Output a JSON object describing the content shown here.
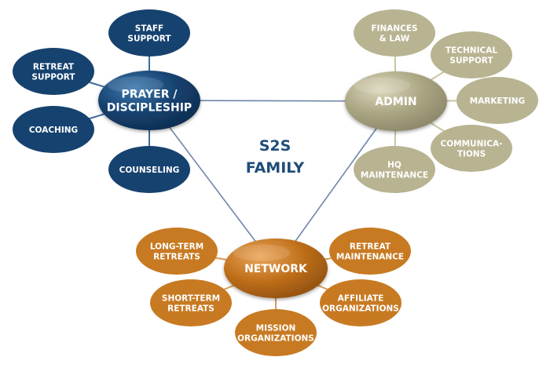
{
  "center": {
    "lines": [
      "S2S",
      "FAMILY"
    ]
  },
  "colors": {
    "prayer": "#16426f",
    "prayer_light": "#2f6aa0",
    "admin": "#b8b391",
    "admin_light": "#d4d0b3",
    "network": "#c87a22",
    "network_light": "#e39a4a",
    "triangle_line": "#6e86a8"
  },
  "hubs": [
    {
      "id": "prayer",
      "lines": [
        "PRAYER /",
        "DISCIPLESHIP"
      ],
      "children": [
        {
          "lines": [
            "STAFF",
            "SUPPORT"
          ]
        },
        {
          "lines": [
            "RETREAT",
            "SUPPORT"
          ]
        },
        {
          "lines": [
            "COACHING"
          ]
        },
        {
          "lines": [
            "COUNSELING"
          ]
        }
      ]
    },
    {
      "id": "admin",
      "lines": [
        "ADMIN"
      ],
      "children": [
        {
          "lines": [
            "FINANCES",
            "& LAW"
          ]
        },
        {
          "lines": [
            "TECHNICAL",
            "SUPPORT"
          ]
        },
        {
          "lines": [
            "MARKETING"
          ]
        },
        {
          "lines": [
            "COMMUNICA-",
            "TIONS"
          ]
        },
        {
          "lines": [
            "HQ",
            "MAINTENANCE"
          ]
        }
      ]
    },
    {
      "id": "network",
      "lines": [
        "NETWORK"
      ],
      "children": [
        {
          "lines": [
            "LONG-TERM",
            "RETREATS"
          ]
        },
        {
          "lines": [
            "RETREAT",
            "MAINTENANCE"
          ]
        },
        {
          "lines": [
            "SHORT-TERM",
            "RETREATS"
          ]
        },
        {
          "lines": [
            "AFFILIATE",
            "ORGANIZATIONS"
          ]
        },
        {
          "lines": [
            "MISSION",
            "ORGANIZATIONS"
          ]
        }
      ]
    }
  ]
}
